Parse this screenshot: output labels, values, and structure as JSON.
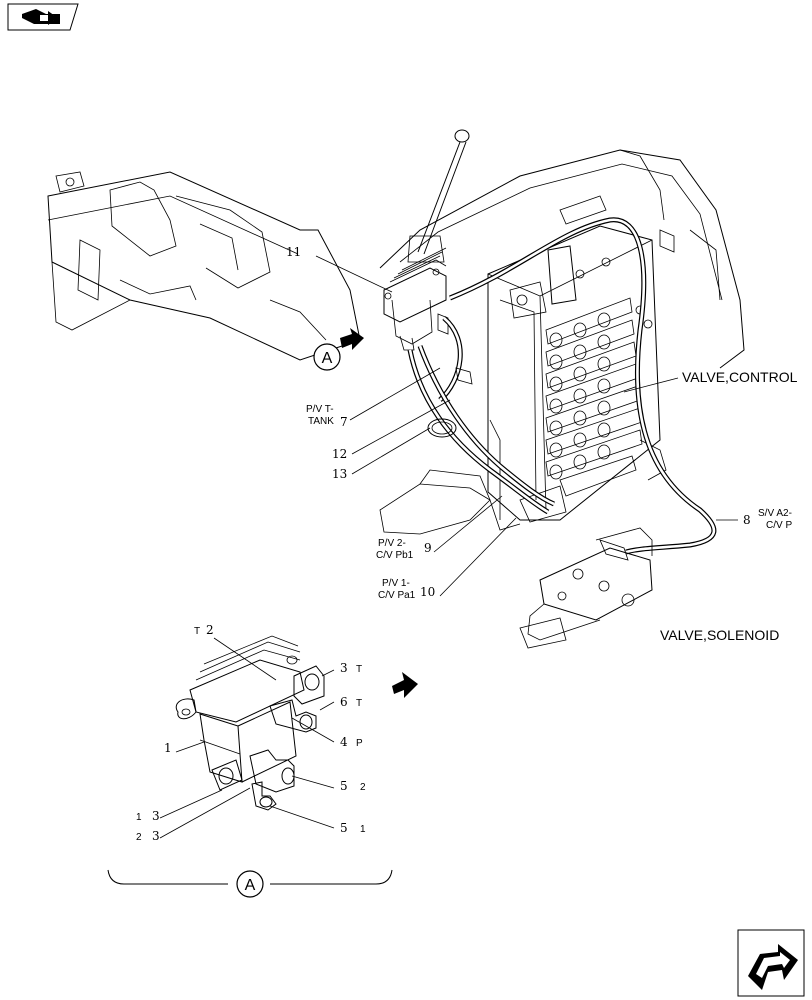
{
  "nav": {
    "back_icon": "back-arrow-icon",
    "next_icon": "next-page-arrow-icon"
  },
  "callouts": {
    "c11": "11",
    "c7": "7",
    "c12": "12",
    "c13": "13",
    "c9": "9",
    "c10": "10",
    "c8": "8"
  },
  "labels": {
    "pv_t_l1": "P/V T-",
    "pv_t_l2": "TANK",
    "pv2_l1": "P/V 2-",
    "pv2_l2": "C/V Pb1",
    "pv1_l1": "P/V 1-",
    "pv1_l2": "C/V Pa1",
    "sv_l1": "S/V A2-",
    "sv_l2": "C/V P",
    "valve_control": "VALVE,CONTROL",
    "valve_solenoid": "VALVE,SOLENOID",
    "view_a": "A",
    "detail_a": "A"
  },
  "detail": {
    "n2": "2",
    "t2": "T",
    "n3a": "3",
    "t3a": "T",
    "n6": "6",
    "t6": "T",
    "n4": "4",
    "t4": "P",
    "n1": "1",
    "n5a": "5",
    "t5a": "2",
    "p13_a": "1",
    "n13": "3",
    "p23_a": "2",
    "n23": "3",
    "n51": "5",
    "t51": "1"
  },
  "colors": {
    "ink": "#000000",
    "paper": "#ffffff"
  }
}
